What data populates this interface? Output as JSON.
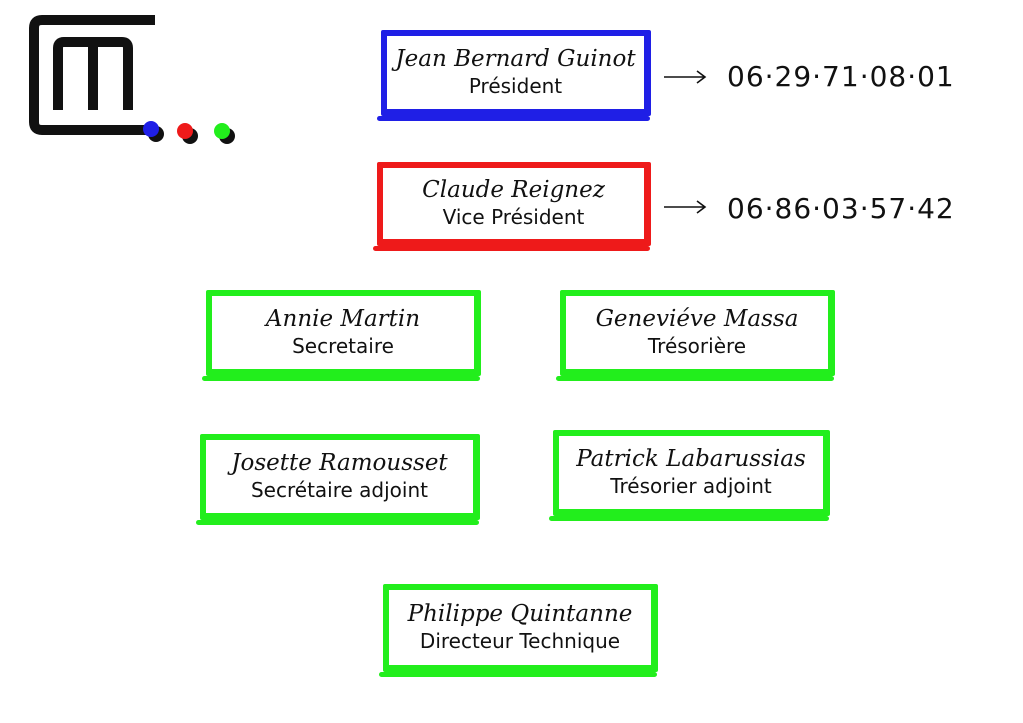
{
  "logo": {
    "icon": "m-logo-icon",
    "dot_colors": [
      "#1f1fe6",
      "#ee1a1a",
      "#22ee1c"
    ]
  },
  "president": {
    "name": "Jean Bernard Guinot",
    "role": "Président",
    "phone": "06·29·71·08·01",
    "color": "#1f1fe6"
  },
  "vice_president": {
    "name": "Claude Reignez",
    "role": "Vice Président",
    "phone": "06·86·03·57·42",
    "color": "#ee1a1a"
  },
  "secretary": {
    "name": "Annie Martin",
    "role": "Secretaire",
    "color": "#22ee1c"
  },
  "treasurer": {
    "name": "Geneviéve Massa",
    "role": "Trésorière",
    "color": "#22ee1c"
  },
  "deputy_secretary": {
    "name": "Josette Ramousset",
    "role": "Secrétaire adjoint",
    "color": "#22ee1c"
  },
  "deputy_treasurer": {
    "name": "Patrick Labarussias",
    "role": "Trésorier adjoint",
    "color": "#22ee1c"
  },
  "technical_director": {
    "name": "Philippe Quintanne",
    "role": "Directeur Technique",
    "color": "#22ee1c"
  }
}
